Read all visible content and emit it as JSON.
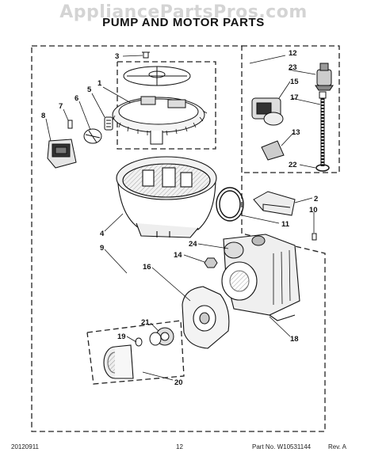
{
  "watermark": "AppliancePartsPros.com",
  "title": "PUMP AND MOTOR PARTS",
  "callouts": [
    "1",
    "2",
    "3",
    "4",
    "5",
    "6",
    "7",
    "8",
    "9",
    "10",
    "11",
    "12",
    "13",
    "14",
    "15",
    "16",
    "17",
    "18",
    "19",
    "20",
    "21",
    "22",
    "23",
    "24"
  ],
  "footer": {
    "date_code": "20120911",
    "page_number": "12",
    "part_no": "Part No. W10531144",
    "revision": "Rev. A"
  }
}
